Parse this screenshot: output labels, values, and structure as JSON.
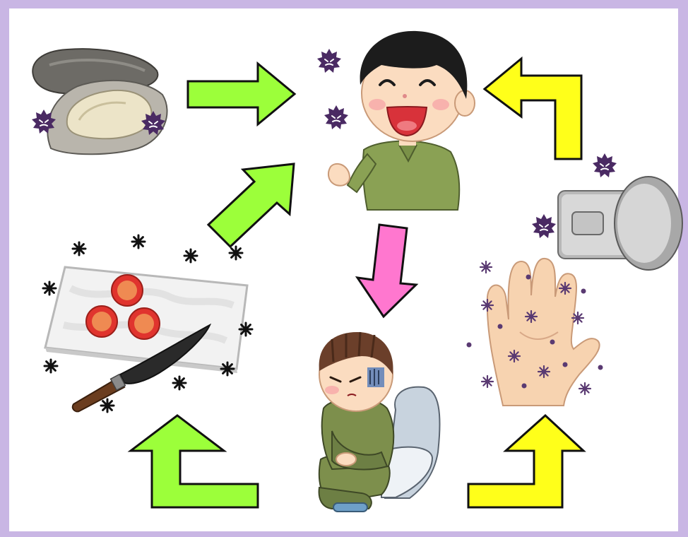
{
  "title": "",
  "colors": {
    "frame": "#c9b6e4",
    "arrow_green": "#9cff3a",
    "arrow_yellow": "#ffff1a",
    "arrow_pink": "#ff77cf",
    "germ": "#4a2a63",
    "shirt": "#8aa154",
    "skin": "#fbdcc0"
  },
  "nodes": [
    {
      "id": "oyster",
      "icon": "oyster-with-virus-icon"
    },
    {
      "id": "person",
      "icon": "infected-laughing-boy-icon"
    },
    {
      "id": "toilet",
      "icon": "sick-boy-on-toilet-icon"
    },
    {
      "id": "hand",
      "icon": "contaminated-hand-icon"
    },
    {
      "id": "doorknob",
      "icon": "doorknob-with-virus-icon"
    },
    {
      "id": "cutting_board",
      "icon": "cutting-board-knife-tomato-icon"
    }
  ],
  "flows": [
    {
      "from": "oyster",
      "to": "person",
      "color": "green"
    },
    {
      "from": "cutting_board",
      "to": "person",
      "color": "green"
    },
    {
      "from": "person",
      "to": "toilet",
      "color": "pink"
    },
    {
      "from": "toilet",
      "to": "hand",
      "color": "yellow"
    },
    {
      "from": "toilet",
      "to": "cutting_board",
      "color": "green"
    },
    {
      "from": "doorknob",
      "to": "person",
      "color": "yellow"
    }
  ]
}
